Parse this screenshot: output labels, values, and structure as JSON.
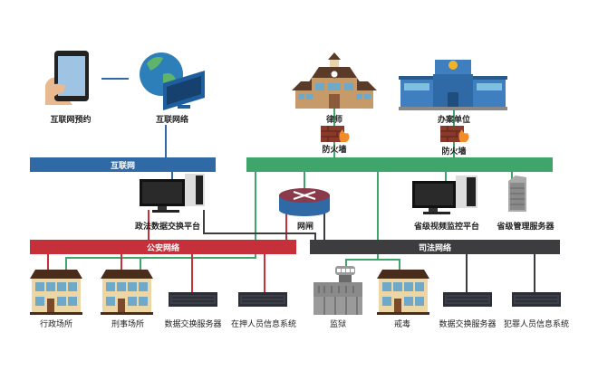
{
  "colors": {
    "internet": "#2f6aa6",
    "private": "#3fa56b",
    "police": "#c6303a",
    "justice": "#3d3d3f"
  },
  "networks": {
    "internet": {
      "label": "互联网"
    },
    "private": {
      "label": ""
    },
    "police": {
      "label": "公安网络"
    },
    "justice": {
      "label": "司法网络"
    }
  },
  "nodes": {
    "phone": {
      "label": "互联网预约",
      "icon": "smartphone-icon"
    },
    "globe": {
      "label": "互联网络",
      "icon": "globe-monitor-icon"
    },
    "lawyer": {
      "label": "律师",
      "icon": "school-building-icon"
    },
    "agency": {
      "label": "办案单位",
      "icon": "police-building-icon"
    },
    "firewall1": {
      "label": "防火墙",
      "icon": "firewall-icon"
    },
    "firewall2": {
      "label": "防火墙",
      "icon": "firewall-icon"
    },
    "exchange_platform": {
      "label": "政法数据交换平台",
      "icon": "desktop-computer-icon"
    },
    "gateway": {
      "label": "网闸",
      "icon": "router-icon"
    },
    "video_platform": {
      "label": "省级视频监控平台",
      "icon": "desktop-computer-icon"
    },
    "mgmt_server": {
      "label": "省级管理服务器",
      "icon": "tower-server-icon"
    },
    "admin_site": {
      "label": "行政场所",
      "icon": "building-icon"
    },
    "criminal_site": {
      "label": "刑事场所",
      "icon": "building-icon"
    },
    "police_exchange_server": {
      "label": "数据交换服务器",
      "icon": "rack-server-icon"
    },
    "detainee_system": {
      "label": "在押人员信息系统",
      "icon": "rack-server-icon"
    },
    "prison": {
      "label": "监狱",
      "icon": "prison-icon"
    },
    "rehab": {
      "label": "戒毒",
      "icon": "building-icon"
    },
    "justice_exchange_server": {
      "label": "数据交换服务器",
      "icon": "rack-server-icon"
    },
    "criminal_system": {
      "label": "犯罪人员信息系统",
      "icon": "rack-server-icon"
    }
  }
}
